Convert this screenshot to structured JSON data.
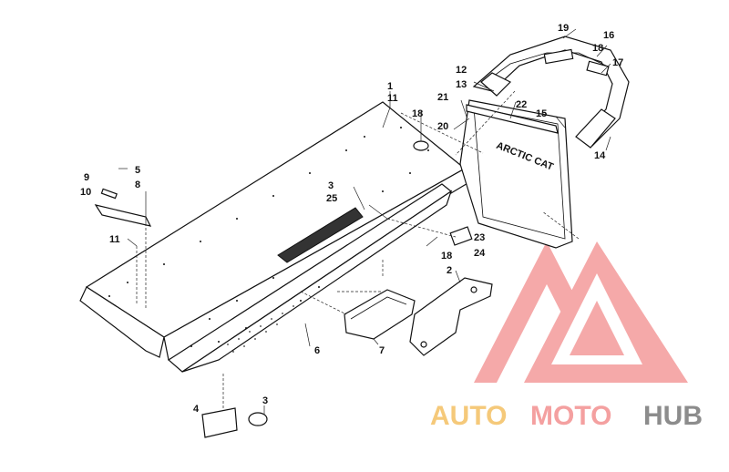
{
  "diagram": {
    "callouts": [
      {
        "id": "c1",
        "text": "1"
      },
      {
        "id": "c11a",
        "text": "11"
      },
      {
        "id": "c18a",
        "text": "18"
      },
      {
        "id": "c20",
        "text": "20"
      },
      {
        "id": "c21",
        "text": "21"
      },
      {
        "id": "c12",
        "text": "12"
      },
      {
        "id": "c13",
        "text": "13"
      },
      {
        "id": "c22",
        "text": "22"
      },
      {
        "id": "c15",
        "text": "15"
      },
      {
        "id": "c19",
        "text": "19"
      },
      {
        "id": "c16",
        "text": "16"
      },
      {
        "id": "c18b",
        "text": "18"
      },
      {
        "id": "c17",
        "text": "17"
      },
      {
        "id": "c14",
        "text": "14"
      },
      {
        "id": "c9",
        "text": "9"
      },
      {
        "id": "c5",
        "text": "5"
      },
      {
        "id": "c10",
        "text": "10"
      },
      {
        "id": "c8",
        "text": "8"
      },
      {
        "id": "c11b",
        "text": "11"
      },
      {
        "id": "c3a",
        "text": "3"
      },
      {
        "id": "c25",
        "text": "25"
      },
      {
        "id": "c23",
        "text": "23"
      },
      {
        "id": "c18c",
        "text": "18"
      },
      {
        "id": "c24",
        "text": "24"
      },
      {
        "id": "c2",
        "text": "2"
      },
      {
        "id": "c6",
        "text": "6"
      },
      {
        "id": "c7",
        "text": "7"
      },
      {
        "id": "c4",
        "text": "4"
      },
      {
        "id": "c3b",
        "text": "3"
      }
    ],
    "flap_text": "ARCTIC CAT"
  },
  "watermark": {
    "part1": "AUTO",
    "part2": "MOTO",
    "part3": "HUB",
    "colors": {
      "orange": "#f5c97a",
      "red": "#f4a0a0",
      "gray": "#8c8c8c"
    }
  }
}
